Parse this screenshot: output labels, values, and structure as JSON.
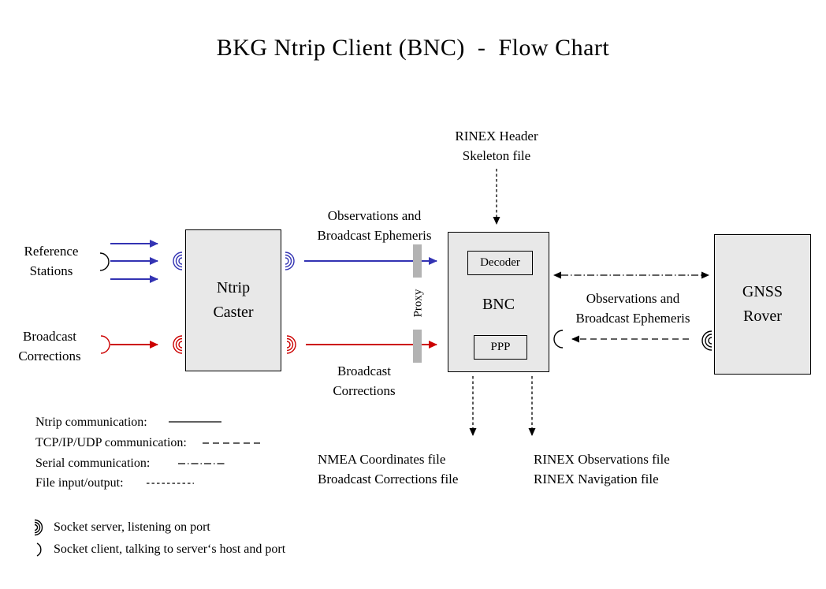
{
  "title": "BKG Ntrip Client (BNC)  -  Flow Chart",
  "colors": {
    "blue": "#3333b3",
    "red": "#cc0000",
    "box_fill": "#e8e8e8",
    "box_border": "#000000",
    "proxy_bar": "#b3b3b3"
  },
  "sources": {
    "reference_stations": "Reference\nStations",
    "broadcast_corrections": "Broadcast\nCorrections"
  },
  "nodes": {
    "ntrip_caster": "Ntrip\nCaster",
    "bnc": "BNC",
    "decoder": "Decoder",
    "ppp": "PPP",
    "proxy": "Proxy",
    "gnss_rover": "GNSS\nRover"
  },
  "flows": {
    "observations_in": "Observations and\nBroadcast Ephemeris",
    "corrections_in": "Broadcast\nCorrections",
    "rinex_skeleton": "RINEX Header\nSkeleton file",
    "observations_rover": "Observations and\nBroadcast Ephemeris"
  },
  "outputs": {
    "nmea": "NMEA Coordinates file\nBroadcast Corrections file",
    "rinex": "RINEX Observations file\nRINEX Navigation file"
  },
  "legend": [
    {
      "label": "Ntrip communication:",
      "style": "solid"
    },
    {
      "label": "TCP/IP/UDP communication:",
      "style": "dashed"
    },
    {
      "label": "Serial communication:",
      "style": "dashdot"
    },
    {
      "label": "File input/output:",
      "style": "dotted"
    }
  ],
  "socket_legend": {
    "server": "Socket server, listening on port",
    "client": "Socket client, talking to server‘s host and port"
  }
}
